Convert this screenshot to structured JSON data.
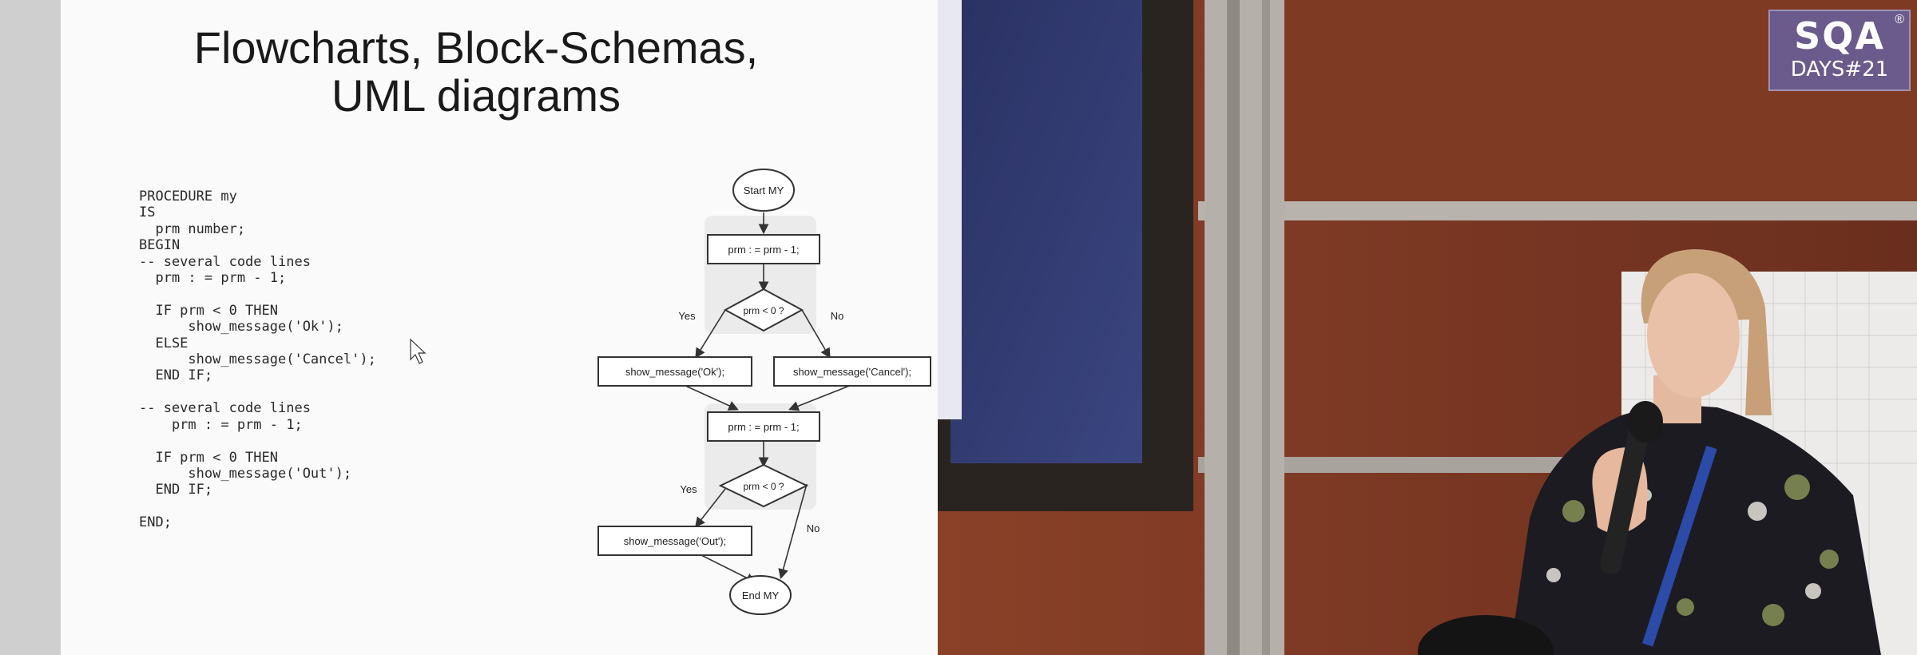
{
  "slide": {
    "title_line1": "Flowcharts, Block-Schemas,",
    "title_line2": "UML diagrams",
    "code": [
      "PROCEDURE my",
      "IS",
      "  prm number;",
      "BEGIN",
      "-- several code lines",
      "  prm : = prm - 1;",
      "",
      "  IF prm < 0 THEN",
      "      show_message('Ok');",
      "  ELSE",
      "      show_message('Cancel');",
      "  END IF;",
      "",
      "-- several code lines",
      "    prm : = prm - 1;",
      "",
      "  IF prm < 0 THEN",
      "      show_message('Out');",
      "  END IF;",
      "",
      "END;"
    ]
  },
  "flowchart": {
    "start": "Start MY",
    "step1": "prm : = prm - 1;",
    "cond1": "prm < 0 ?",
    "yes1": "Yes",
    "no1": "No",
    "ok": "show_message('Ok');",
    "cancel": "show_message('Cancel');",
    "step2": "prm : = prm - 1;",
    "cond2": "prm < 0 ?",
    "yes2": "Yes",
    "no2": "No",
    "out": "show_message('Out');",
    "end": "End MY"
  },
  "logo": {
    "top": "SQA",
    "bottom": "DAYS#21",
    "reg": "®"
  },
  "colors": {
    "wall": "#7a3a26",
    "slide": "#fafafa",
    "screen_frame": "#2a2420",
    "screen": "#2f3a6a",
    "logo_bg": "#6b5a8c",
    "jacket": "#1c1b22",
    "hair": "#c7a07a",
    "lanyard": "#2c4aa8"
  }
}
